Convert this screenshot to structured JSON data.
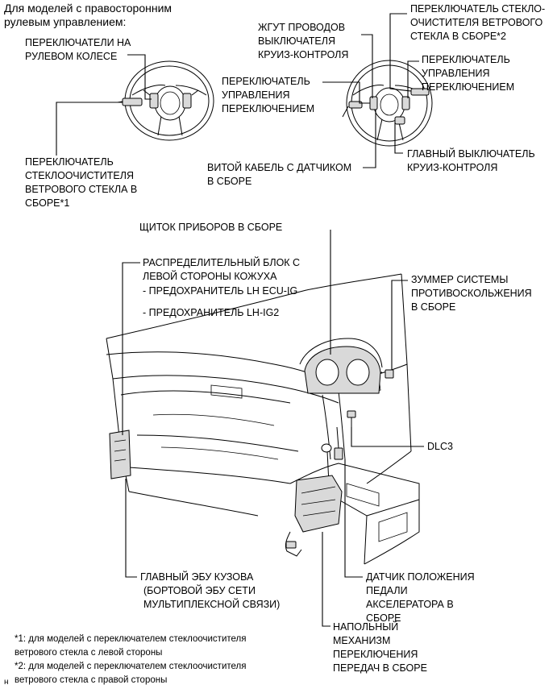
{
  "heading": {
    "line1": "Для моделей с правосторонним",
    "line2": "рулевым управлением:"
  },
  "labels": {
    "steering_pad_switches": [
      "ПЕРЕКЛЮЧАТЕЛИ НА",
      "РУЛЕВОМ КОЛЕСЕ"
    ],
    "wiper_switch_1": [
      "ПЕРЕКЛЮЧАТЕЛЬ",
      "СТЕКЛООЧИСТИТЕЛЯ",
      "ВЕТРОВОГО СТЕКЛА В",
      "СБОРЕ*1"
    ],
    "cruise_harness": [
      "ЖГУТ ПРОВОДОВ",
      "ВЫКЛЮЧАТЕЛЯ",
      "КРУИЗ-КОНТРОЛЯ"
    ],
    "wiper_switch_2": [
      "ПЕРЕКЛЮЧАТЕЛЬ СТЕКЛО-",
      "ОЧИСТИТЕЛЯ ВЕТРОВОГО",
      "СТЕКЛА В СБОРЕ*2"
    ],
    "shift_control_left": [
      "ПЕРЕКЛЮЧАТЕЛЬ",
      "УПРАВЛЕНИЯ",
      "ПЕРЕКЛЮЧЕНИЕМ"
    ],
    "shift_control_right": [
      "ПЕРЕКЛЮЧАТЕЛЬ",
      "УПРАВЛЕНИЯ",
      "ПЕРЕКЛЮЧЕНИЕМ"
    ],
    "cruise_main_switch": [
      "ГЛАВНЫЙ ВЫКЛЮЧАТЕЛЬ",
      "КРУИЗ-КОНТРОЛЯ"
    ],
    "spiral_cable": [
      "ВИТОЙ КАБЕЛЬ С ДАТЧИКОМ",
      "В СБОРЕ"
    ],
    "combination_meter": "ЩИТОК ПРИБОРОВ В СБОРЕ",
    "junction_block": [
      "РАСПРЕДЕЛИТЕЛЬНЫЙ БЛОК С",
      "ЛЕВОЙ СТОРОНЫ КОЖУХА"
    ],
    "fuse_ecu_ig": "- ПРЕДОХРАНИТЕЛЬ LH ECU-IG",
    "fuse_ig2": "- ПРЕДОХРАНИТЕЛЬ LH-IG2",
    "skid_buzzer": [
      "ЗУММЕР СИСТЕМЫ",
      "ПРОТИВОСКОЛЬЖЕНИЯ",
      "В СБОРЕ"
    ],
    "dlc3": "DLC3",
    "main_body_ecu": [
      "ГЛАВНЫЙ ЭБУ КУЗОВА",
      "(БОРТОВОЙ ЭБУ СЕТИ",
      "МУЛЬТИПЛЕКСНОЙ СВЯЗИ)"
    ],
    "accel_pedal_sensor": [
      "ДАТЧИК ПОЛОЖЕНИЯ",
      "ПЕДАЛИ",
      "АКСЕЛЕРАТОРА В",
      "СБОРЕ"
    ],
    "floor_shift": [
      "НАПОЛЬНЫЙ",
      "МЕХАНИЗМ",
      "ПЕРЕКЛЮЧЕНИЯ",
      "ПЕРЕДАЧ В СБОРЕ"
    ]
  },
  "footnotes": {
    "note1_a": "*1: для моделей с переключателем стеклоочистителя",
    "note1_b": "ветрового стекла с левой стороны",
    "note2_a": "*2: для моделей с переключателем стеклоочистителя",
    "note2_b": "ветрового стекла с правой стороны"
  },
  "corner_mark": "н"
}
